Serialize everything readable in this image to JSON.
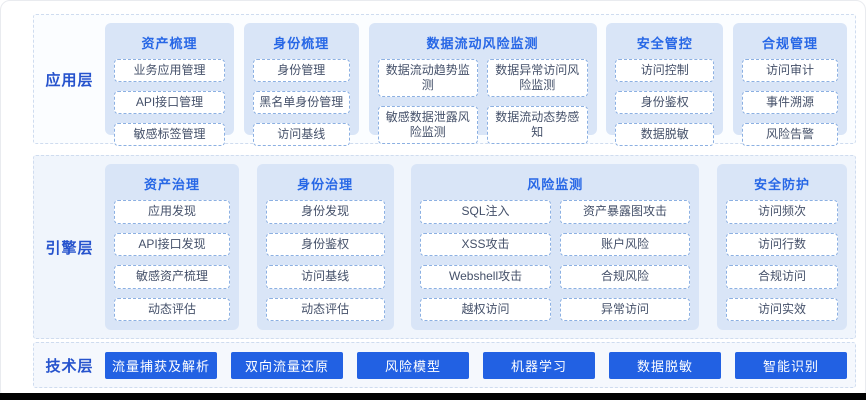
{
  "colors": {
    "accent_blue": "#2767e6",
    "layer_label_blue": "#2653cd",
    "group_card_bg": "#d9e5f7",
    "item_border_blue": "#8cb0e2",
    "tech_button_bg": "#2261e3",
    "engine_band_bg": "#f0f5fc"
  },
  "layers": [
    {
      "label": "应用层",
      "groups": [
        {
          "title": "资产梳理",
          "items": [
            "业务应用管理",
            "API接口管理",
            "敏感标签管理"
          ]
        },
        {
          "title": "身份梳理",
          "items": [
            "身份管理",
            "黑名单身份管理",
            "访问基线"
          ]
        },
        {
          "title": "数据流动风险监测",
          "items": [
            "数据流动趋势监测",
            "数据异常访问风险监测",
            "敏感数据泄露风险监测",
            "数据流动态势感知"
          ]
        },
        {
          "title": "安全管控",
          "items": [
            "访问控制",
            "身份鉴权",
            "数据脱敏"
          ]
        },
        {
          "title": "合规管理",
          "items": [
            "访问审计",
            "事件溯源",
            "风险告警"
          ]
        }
      ]
    },
    {
      "label": "引擎层",
      "groups": [
        {
          "title": "资产治理",
          "items": [
            "应用发现",
            "API接口发现",
            "敏感资产梳理",
            "动态评估"
          ]
        },
        {
          "title": "身份治理",
          "items": [
            "身份发现",
            "身份鉴权",
            "访问基线",
            "动态评估"
          ]
        },
        {
          "title": "风险监测",
          "items": [
            "SQL注入",
            "资产暴露图攻击",
            "XSS攻击",
            "账户风险",
            "Webshell攻击",
            "合规风险",
            "越权访问",
            "异常访问"
          ]
        },
        {
          "title": "安全防护",
          "items": [
            "访问频次",
            "访问行数",
            "合规访问",
            "访问实效"
          ]
        }
      ]
    },
    {
      "label": "技术层",
      "buttons": [
        "流量捕获及解析",
        "双向流量还原",
        "风险模型",
        "机器学习",
        "数据脱敏",
        "智能识别"
      ]
    }
  ]
}
